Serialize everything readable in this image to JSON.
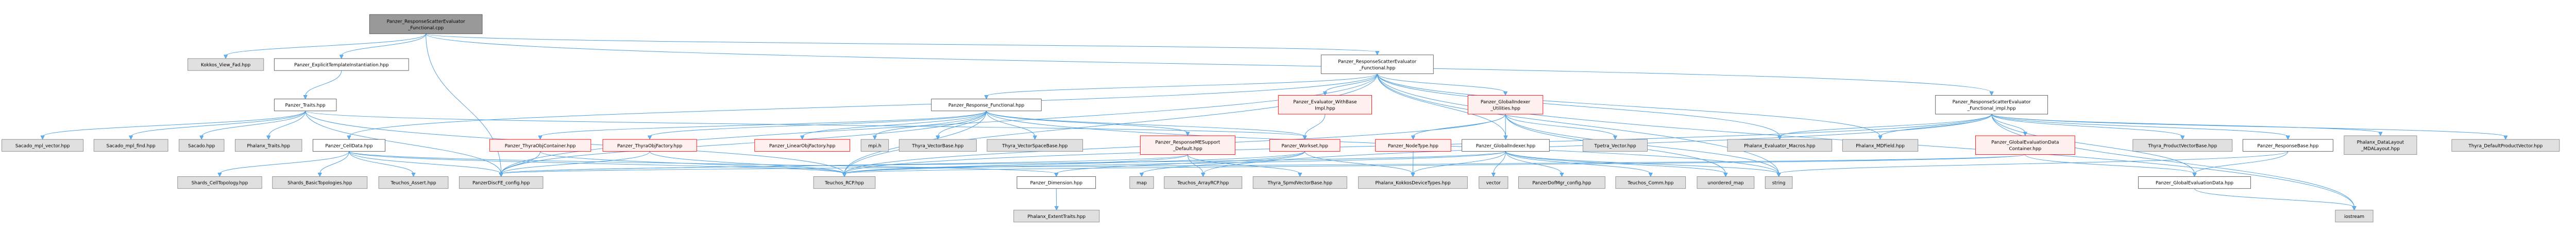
{
  "title": "Panzer_ResponseScatterEvaluator_Functional.cpp include dependency graph",
  "colors": {
    "edge": "#4d9fe0",
    "root_fill": "#999999",
    "external_fill": "#e0e0e0",
    "internal_fill": "#ffffff",
    "truncated_border": "#ff0000",
    "truncated_fill": "#fff0f0"
  },
  "nodes": [
    {
      "id": "root",
      "lines": [
        "Panzer_ResponseScatterEvaluator",
        "_Functional.cpp"
      ],
      "kind": "root"
    },
    {
      "id": "kokkos_view_fad",
      "lines": [
        "Kokkos_View_Fad.hpp"
      ],
      "kind": "external"
    },
    {
      "id": "explicit_ti",
      "lines": [
        "Panzer_ExplicitTemplateInstantiation.hpp"
      ],
      "kind": "internal"
    },
    {
      "id": "traits",
      "lines": [
        "Panzer_Traits.hpp"
      ],
      "kind": "internal"
    },
    {
      "id": "rse_functional",
      "lines": [
        "Panzer_ResponseScatterEvaluator",
        "_Functional.hpp"
      ],
      "kind": "internal"
    },
    {
      "id": "response_functional",
      "lines": [
        "Panzer_Response_Functional.hpp"
      ],
      "kind": "internal"
    },
    {
      "id": "evaluator_withbase",
      "lines": [
        "Panzer_Evaluator_WithBase",
        "Impl.hpp"
      ],
      "kind": "truncated"
    },
    {
      "id": "globalindexer_utilities",
      "lines": [
        "Panzer_GlobalIndexer",
        "_Utilities.hpp"
      ],
      "kind": "truncated"
    },
    {
      "id": "rse_functional_impl",
      "lines": [
        "Panzer_ResponseScatterEvaluator",
        "_Functional_impl.hpp"
      ],
      "kind": "internal"
    },
    {
      "id": "sacado_mpl_vector",
      "lines": [
        "Sacado_mpl_vector.hpp"
      ],
      "kind": "external"
    },
    {
      "id": "sacado_mpl_find",
      "lines": [
        "Sacado_mpl_find.hpp"
      ],
      "kind": "external"
    },
    {
      "id": "sacado",
      "lines": [
        "Sacado.hpp"
      ],
      "kind": "external"
    },
    {
      "id": "phalanx_traits",
      "lines": [
        "Phalanx_Traits.hpp"
      ],
      "kind": "external"
    },
    {
      "id": "celldata",
      "lines": [
        "Panzer_CellData.hpp"
      ],
      "kind": "internal"
    },
    {
      "id": "thyraobjcontainer",
      "lines": [
        "Panzer_ThyraObjContainer.hpp"
      ],
      "kind": "truncated"
    },
    {
      "id": "thyraobjfactory",
      "lines": [
        "Panzer_ThyraObjFactory.hpp"
      ],
      "kind": "truncated"
    },
    {
      "id": "linearobjfactory",
      "lines": [
        "Panzer_LinearObjFactory.hpp"
      ],
      "kind": "truncated"
    },
    {
      "id": "mpi",
      "lines": [
        "mpi.h"
      ],
      "kind": "external"
    },
    {
      "id": "thyra_vectorbase",
      "lines": [
        "Thyra_VectorBase.hpp"
      ],
      "kind": "external"
    },
    {
      "id": "thyra_vectorspacebase",
      "lines": [
        "Thyra_VectorSpaceBase.hpp"
      ],
      "kind": "external"
    },
    {
      "id": "responsemesupport",
      "lines": [
        "Panzer_ResponseMESupport",
        "_Default.hpp"
      ],
      "kind": "truncated"
    },
    {
      "id": "workset",
      "lines": [
        "Panzer_Workset.hpp"
      ],
      "kind": "truncated"
    },
    {
      "id": "nodetype",
      "lines": [
        "Panzer_NodeType.hpp"
      ],
      "kind": "truncated"
    },
    {
      "id": "globalindexer",
      "lines": [
        "Panzer_GlobalIndexer.hpp"
      ],
      "kind": "internal"
    },
    {
      "id": "tpetra_vector",
      "lines": [
        "Tpetra_Vector.hpp"
      ],
      "kind": "external"
    },
    {
      "id": "phalanx_evaluator_macros",
      "lines": [
        "Phalanx_Evaluator_Macros.hpp"
      ],
      "kind": "external"
    },
    {
      "id": "phalanx_mdfield",
      "lines": [
        "Phalanx_MDField.hpp"
      ],
      "kind": "external"
    },
    {
      "id": "gedc",
      "lines": [
        "Panzer_GlobalEvaluationData",
        "Container.hpp"
      ],
      "kind": "truncated"
    },
    {
      "id": "thyra_productvectorbase",
      "lines": [
        "Thyra_ProductVectorBase.hpp"
      ],
      "kind": "external"
    },
    {
      "id": "responsebase",
      "lines": [
        "Panzer_ResponseBase.hpp"
      ],
      "kind": "internal"
    },
    {
      "id": "phalanx_mdalayout",
      "lines": [
        "Phalanx_DataLayout",
        "_MDALayout.hpp"
      ],
      "kind": "external"
    },
    {
      "id": "thyra_defaultproductvector",
      "lines": [
        "Thyra_DefaultProductVector.hpp"
      ],
      "kind": "external"
    },
    {
      "id": "shards_celltopology",
      "lines": [
        "Shards_CellTopology.hpp"
      ],
      "kind": "external"
    },
    {
      "id": "shards_basictopologies",
      "lines": [
        "Shards_BasicTopologies.hpp"
      ],
      "kind": "external"
    },
    {
      "id": "teuchos_assert",
      "lines": [
        "Teuchos_Assert.hpp"
      ],
      "kind": "external"
    },
    {
      "id": "panzerdiscfe_config",
      "lines": [
        "PanzerDiscFE_config.hpp"
      ],
      "kind": "external"
    },
    {
      "id": "teuchos_rcp",
      "lines": [
        "Teuchos_RCP.hpp"
      ],
      "kind": "external"
    },
    {
      "id": "dimension",
      "lines": [
        "Panzer_Dimension.hpp"
      ],
      "kind": "internal"
    },
    {
      "id": "map",
      "lines": [
        "map"
      ],
      "kind": "external"
    },
    {
      "id": "teuchos_arrayrcp",
      "lines": [
        "Teuchos_ArrayRCP.hpp"
      ],
      "kind": "external"
    },
    {
      "id": "thyra_spmdvectorbase",
      "lines": [
        "Thyra_SpmdVectorBase.hpp"
      ],
      "kind": "external"
    },
    {
      "id": "phalanx_kokkosdevicetypes",
      "lines": [
        "Phalanx_KokkosDeviceTypes.hpp"
      ],
      "kind": "external"
    },
    {
      "id": "vector",
      "lines": [
        "vector"
      ],
      "kind": "external"
    },
    {
      "id": "panzerdofmgr_config",
      "lines": [
        "PanzerDofMgr_config.hpp"
      ],
      "kind": "external"
    },
    {
      "id": "teuchos_comm",
      "lines": [
        "Teuchos_Comm.hpp"
      ],
      "kind": "external"
    },
    {
      "id": "unordered_map",
      "lines": [
        "unordered_map"
      ],
      "kind": "external"
    },
    {
      "id": "string",
      "lines": [
        "string"
      ],
      "kind": "external"
    },
    {
      "id": "globalevaluationdata",
      "lines": [
        "Panzer_GlobalEvaluationData.hpp"
      ],
      "kind": "internal"
    },
    {
      "id": "phalanx_extenttraits",
      "lines": [
        "Phalanx_ExtentTraits.hpp"
      ],
      "kind": "external"
    },
    {
      "id": "iostream",
      "lines": [
        "iostream"
      ],
      "kind": "external"
    }
  ],
  "edges": [
    [
      "root",
      "kokkos_view_fad"
    ],
    [
      "root",
      "explicit_ti"
    ],
    [
      "root",
      "panzerdiscfe_config"
    ],
    [
      "root",
      "rse_functional"
    ],
    [
      "root",
      "rse_functional_impl"
    ],
    [
      "explicit_ti",
      "traits"
    ],
    [
      "traits",
      "sacado_mpl_vector"
    ],
    [
      "traits",
      "sacado_mpl_find"
    ],
    [
      "traits",
      "sacado"
    ],
    [
      "traits",
      "phalanx_traits"
    ],
    [
      "traits",
      "panzerdiscfe_config"
    ],
    [
      "traits",
      "teuchos_rcp"
    ],
    [
      "traits",
      "workset"
    ],
    [
      "celldata",
      "shards_celltopology"
    ],
    [
      "celldata",
      "shards_basictopologies"
    ],
    [
      "celldata",
      "teuchos_assert"
    ],
    [
      "celldata",
      "panzerdiscfe_config"
    ],
    [
      "celldata",
      "teuchos_rcp"
    ],
    [
      "celldata",
      "dimension"
    ],
    [
      "rse_functional",
      "evaluator_withbase"
    ],
    [
      "rse_functional",
      "globalindexer_utilities"
    ],
    [
      "rse_functional",
      "globalindexer"
    ],
    [
      "rse_functional",
      "response_functional"
    ],
    [
      "rse_functional",
      "celldata"
    ],
    [
      "rse_functional",
      "panzerdiscfe_config"
    ],
    [
      "rse_functional",
      "phalanx_evaluator_macros"
    ],
    [
      "rse_functional",
      "phalanx_mdfield"
    ],
    [
      "rse_functional",
      "teuchos_rcp"
    ],
    [
      "rse_functional",
      "string"
    ],
    [
      "rse_functional",
      "iostream"
    ],
    [
      "response_functional",
      "thyraobjcontainer"
    ],
    [
      "response_functional",
      "thyraobjfactory"
    ],
    [
      "response_functional",
      "linearobjfactory"
    ],
    [
      "response_functional",
      "mpi"
    ],
    [
      "response_functional",
      "thyra_vectorbase"
    ],
    [
      "response_functional",
      "thyra_vectorspacebase"
    ],
    [
      "response_functional",
      "responsemesupport"
    ],
    [
      "response_functional",
      "workset"
    ],
    [
      "response_functional",
      "teuchos_rcp"
    ],
    [
      "response_functional",
      "panzerdiscfe_config"
    ],
    [
      "response_functional",
      "string"
    ],
    [
      "evaluator_withbase",
      "workset"
    ],
    [
      "workset",
      "dimension"
    ],
    [
      "workset",
      "map"
    ],
    [
      "workset",
      "phalanx_kokkosdevicetypes"
    ],
    [
      "workset",
      "teuchos_rcp"
    ],
    [
      "responsemesupport",
      "teuchos_arrayrcp"
    ],
    [
      "responsemesupport",
      "thyra_spmdvectorbase"
    ],
    [
      "responsemesupport",
      "panzerdiscfe_config"
    ],
    [
      "responsemesupport",
      "teuchos_rcp"
    ],
    [
      "thyraobjcontainer",
      "panzerdiscfe_config"
    ],
    [
      "thyraobjcontainer",
      "teuchos_rcp"
    ],
    [
      "thyraobjfactory",
      "panzerdiscfe_config"
    ],
    [
      "thyraobjfactory",
      "teuchos_rcp"
    ],
    [
      "globalindexer_utilities",
      "nodetype"
    ],
    [
      "globalindexer_utilities",
      "globalindexer"
    ],
    [
      "globalindexer_utilities",
      "tpetra_vector"
    ],
    [
      "globalindexer_utilities",
      "unordered_map"
    ],
    [
      "globalindexer_utilities",
      "string"
    ],
    [
      "globalindexer_utilities",
      "teuchos_rcp"
    ],
    [
      "nodetype",
      "phalanx_kokkosdevicetypes"
    ],
    [
      "globalindexer",
      "phalanx_kokkosdevicetypes"
    ],
    [
      "globalindexer",
      "vector"
    ],
    [
      "globalindexer",
      "panzerdofmgr_config"
    ],
    [
      "globalindexer",
      "teuchos_comm"
    ],
    [
      "globalindexer",
      "unordered_map"
    ],
    [
      "globalindexer",
      "string"
    ],
    [
      "globalindexer",
      "teuchos_rcp"
    ],
    [
      "globalindexer",
      "panzerdiscfe_config"
    ],
    [
      "rse_functional_impl",
      "phalanx_mdfield"
    ],
    [
      "rse_functional_impl",
      "gedc"
    ],
    [
      "rse_functional_impl",
      "thyra_productvectorbase"
    ],
    [
      "rse_functional_impl",
      "responsebase"
    ],
    [
      "rse_functional_impl",
      "phalanx_mdalayout"
    ],
    [
      "rse_functional_impl",
      "thyra_defaultproductvector"
    ],
    [
      "rse_functional_impl",
      "globalevaluationdata"
    ],
    [
      "rse_functional_impl",
      "iostream"
    ],
    [
      "rse_functional_impl",
      "teuchos_rcp"
    ],
    [
      "rse_functional_impl",
      "teuchos_arrayrcp"
    ],
    [
      "rse_functional_impl",
      "phalanx_evaluator_macros"
    ],
    [
      "gedc",
      "globalevaluationdata"
    ],
    [
      "gedc",
      "teuchos_rcp"
    ],
    [
      "gedc",
      "panzerdiscfe_config"
    ],
    [
      "responsebase",
      "globalevaluationdata"
    ],
    [
      "responsebase",
      "string"
    ],
    [
      "globalevaluationdata",
      "iostream"
    ],
    [
      "dimension",
      "phalanx_extenttraits"
    ]
  ]
}
